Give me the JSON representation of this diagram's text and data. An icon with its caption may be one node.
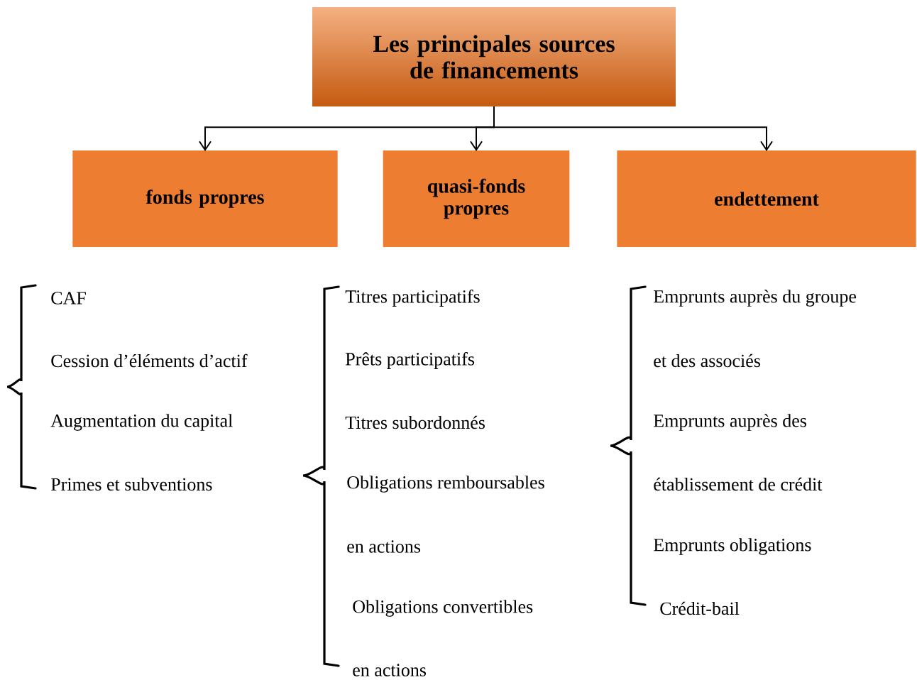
{
  "diagram": {
    "nodes": [
      {
        "text": [
          "Les principales sources de financements"
        ]
      },
      {
        "text": [
          "fonds propres"
        ]
      },
      {
        "text": [
          "quasi-fonds propres"
        ]
      },
      {
        "text": [
          "endettement"
        ]
      }
    ],
    "edges": [
      {
        "from": 0,
        "to": 1,
        "arrow": "to"
      },
      {
        "from": 0,
        "to": 2,
        "arrow": "to"
      },
      {
        "from": 0,
        "to": 3,
        "arrow": "to"
      }
    ],
    "labels": [
      "CAF",
      "Cession d’éléments d’actif",
      "Augmentation du capital",
      "Primes et subventions",
      "Titres participatifs",
      "Prêts participatifs",
      "Titres subordonnés",
      "Obligations remboursables",
      "en actions",
      "Obligations convertibles",
      "en actions",
      "Emprunts auprès du groupe",
      "et des associés",
      "Emprunts auprès des",
      "établissement de crédit",
      "Emprunts obligations",
      "Crédit-bail"
    ]
  }
}
